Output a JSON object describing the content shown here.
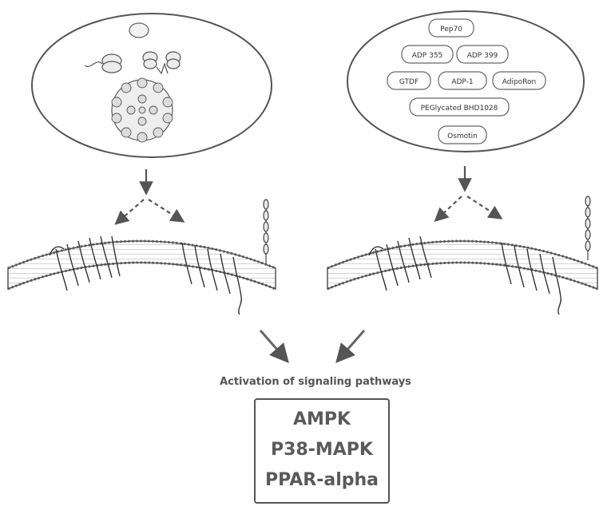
{
  "right_panel": {
    "agonists": [
      "Pep70",
      "ADP 355",
      "ADP 399",
      "GTDF",
      "ADP-1",
      "AdipoRon",
      "PEGlycated BHD1028",
      "Osmotin"
    ]
  },
  "signaling": {
    "title": "Activation of signaling pathways",
    "pathways": [
      "AMPK",
      "P38-MAPK",
      "PPAR-alpha"
    ]
  }
}
